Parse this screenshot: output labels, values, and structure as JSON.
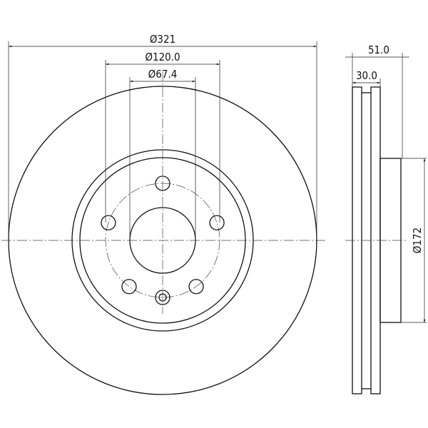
{
  "dimensions": {
    "outer_diameter": "Ø321",
    "bolt_circle_diameter": "Ø120.0",
    "center_bore_diameter": "Ø67.4",
    "total_height": "51.0",
    "disc_thickness": "30.0",
    "hat_diameter": "Ø172"
  },
  "bolt_holes": 5
}
